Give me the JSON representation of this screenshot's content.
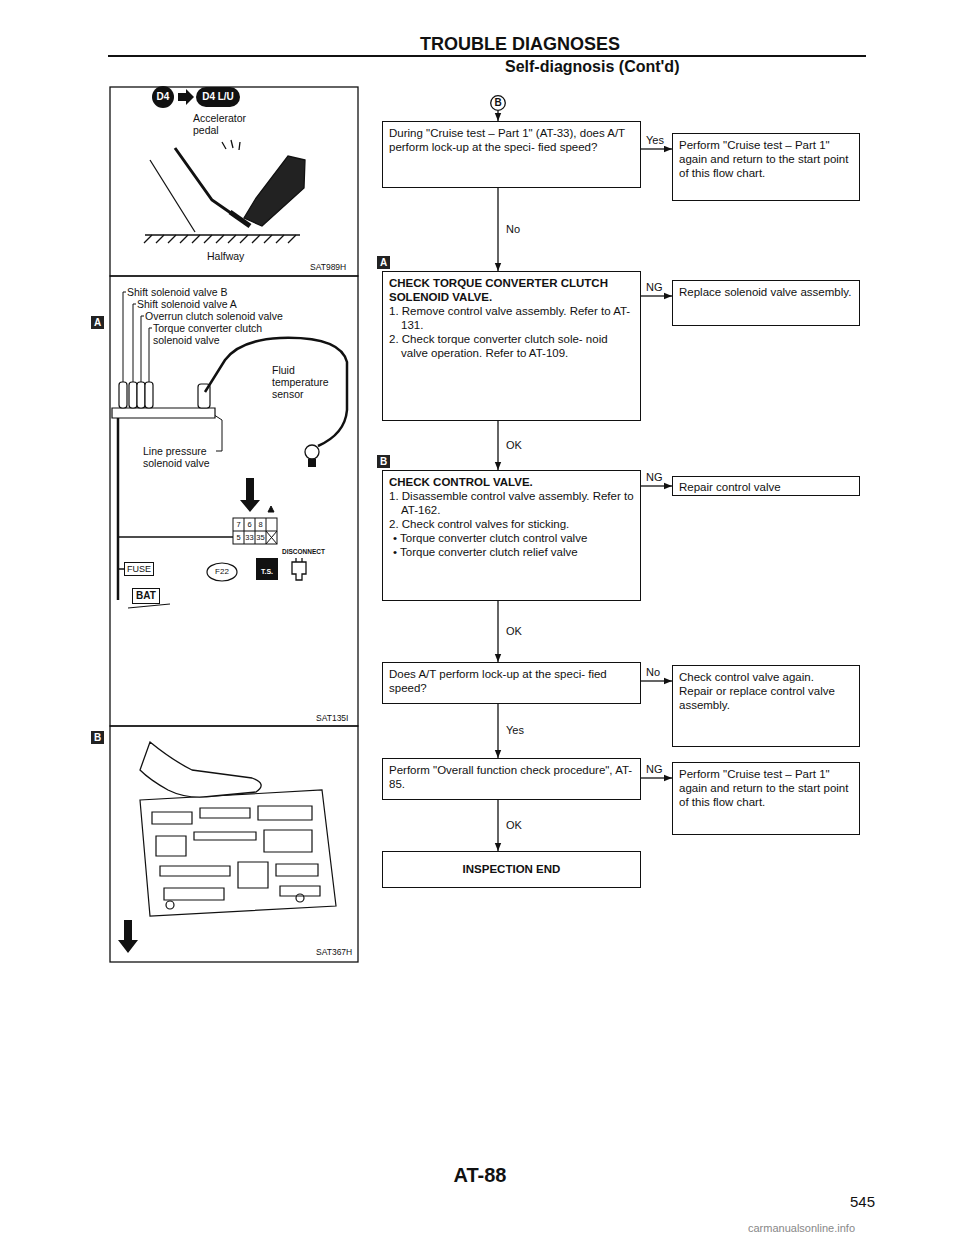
{
  "diagram": {
    "title": "TROUBLE DIAGNOSES",
    "nodes": [
      {
        "text": [
          "B"
        ]
      },
      {
        "text": [
          "During \"Cruise test – Part 1\" (AT-33), does A/T perform lock-up at the speci- fied speed?"
        ]
      },
      {
        "text": [
          "Perform \"Cruise test – Part 1\" again and return to the start point of this flow chart."
        ]
      },
      {
        "text": [
          "CHECK TORQUE CONVERTER CLUTCH SOLENOID VALVE.",
          "1. Remove control valve assembly. Refer to AT-131.",
          "2. Check torque converter clutch sole- noid valve operation. Refer to AT-109."
        ]
      },
      {
        "text": [
          "Replace solenoid valve assembly."
        ]
      },
      {
        "text": [
          "CHECK CONTROL VALVE.",
          "1. Disassemble control valve assembly. Refer to AT-162.",
          "2. Check control valves for sticking.",
          "• Torque converter clutch control valve",
          "• Torque converter clutch relief valve"
        ]
      },
      {
        "text": [
          "Repair control valve"
        ]
      },
      {
        "text": [
          "Does A/T perform lock-up at the speci- fied speed?"
        ]
      },
      {
        "text": [
          "Check control valve again.",
          "Repair or replace control valve assembly."
        ]
      },
      {
        "text": [
          "Perform \"Overall function check procedure\", AT-85."
        ]
      },
      {
        "text": [
          "Perform \"Cruise test – Part 1\" again and return to the start point of this flow chart."
        ]
      },
      {
        "text": [
          "INSPECTION END"
        ]
      }
    ],
    "edges": [
      {
        "from": 0,
        "to": 1,
        "arrow": "to"
      },
      {
        "from": 1,
        "to": 2,
        "label": "Yes",
        "arrow": "to"
      },
      {
        "from": 1,
        "to": 3,
        "label": "No",
        "arrow": "to"
      },
      {
        "from": 3,
        "to": 4,
        "label": "NG",
        "arrow": "to"
      },
      {
        "from": 3,
        "to": 5,
        "label": "OK",
        "arrow": "to"
      },
      {
        "from": 5,
        "to": 6,
        "label": "NG",
        "arrow": "to"
      },
      {
        "from": 5,
        "to": 7,
        "label": "OK",
        "arrow": "to"
      },
      {
        "from": 7,
        "to": 8,
        "label": "No",
        "arrow": "to"
      },
      {
        "from": 7,
        "to": 9,
        "label": "Yes",
        "arrow": "to"
      },
      {
        "from": 9,
        "to": 10,
        "label": "NG",
        "arrow": "to"
      },
      {
        "from": 9,
        "to": 11,
        "label": "OK",
        "arrow": "to"
      }
    ],
    "labels": [
      "Self-diagnosis (Cont'd)",
      "D4",
      "D4 L/U",
      "Accelerator pedal",
      "Halfway",
      "SAT989H",
      "A",
      "Shift solenoid valve B",
      "Shift solenoid valve A",
      "Overrun clutch solenoid valve",
      "Torque converter clutch solenoid valve",
      "Fluid temperature sensor",
      "Line pressure solenoid valve",
      "FUSE",
      "BAT",
      "F22",
      "7",
      "6",
      "8",
      "5",
      "33",
      "35",
      "DISCONNECT",
      "T.S.",
      "SAT135I",
      "B",
      "SAT367H",
      "A",
      "B",
      "AT-88",
      "545",
      "carmanualsonline.info"
    ]
  }
}
